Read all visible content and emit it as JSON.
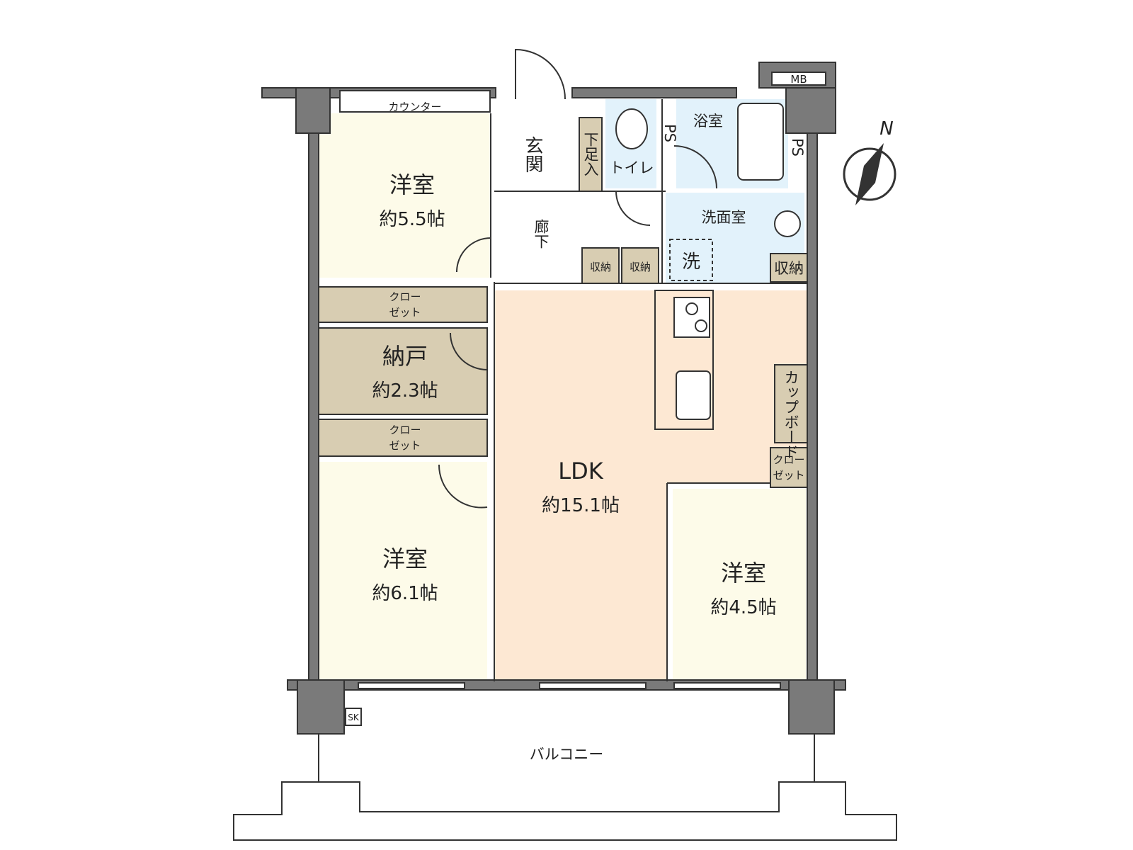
{
  "rooms": {
    "western_a": {
      "name": "洋室",
      "area": "約5.5帖",
      "color": "#fdfbe9"
    },
    "western_b": {
      "name": "洋室",
      "area": "約6.1帖",
      "color": "#fdfbe9"
    },
    "western_c": {
      "name": "洋室",
      "area": "約4.5帖",
      "color": "#fdfbe9"
    },
    "storage_room": {
      "name": "納戸",
      "area": "約2.3帖",
      "color": "#d8cdb2"
    },
    "ldk": {
      "name": "LDK",
      "area": "約15.1帖",
      "color": "#fde8d3"
    },
    "entrance": {
      "name": "玄関"
    },
    "shoe_box": {
      "name": "下足入"
    },
    "toilet": {
      "name": "トイレ",
      "color": "#e2f2fb"
    },
    "bath": {
      "name": "浴室",
      "color": "#e2f2fb"
    },
    "washroom": {
      "name": "洗面室",
      "color": "#e2f2fb"
    },
    "hallway": {
      "name": "廊下"
    },
    "balcony": {
      "name": "バルコニー"
    }
  },
  "labels": {
    "counter": "カウンター",
    "mb": "MB",
    "ps": "PS",
    "closet": "クローゼット",
    "closet_line1": "クロー",
    "closet_line2": "ゼット",
    "storage": "収納",
    "washer": "洗",
    "cupboard": "カップボード",
    "sk": "SK",
    "north": "N"
  },
  "colors": {
    "wall": "#7a7a7a",
    "closet": "#d8cdb2",
    "wet_area": "#e2f2fb"
  }
}
